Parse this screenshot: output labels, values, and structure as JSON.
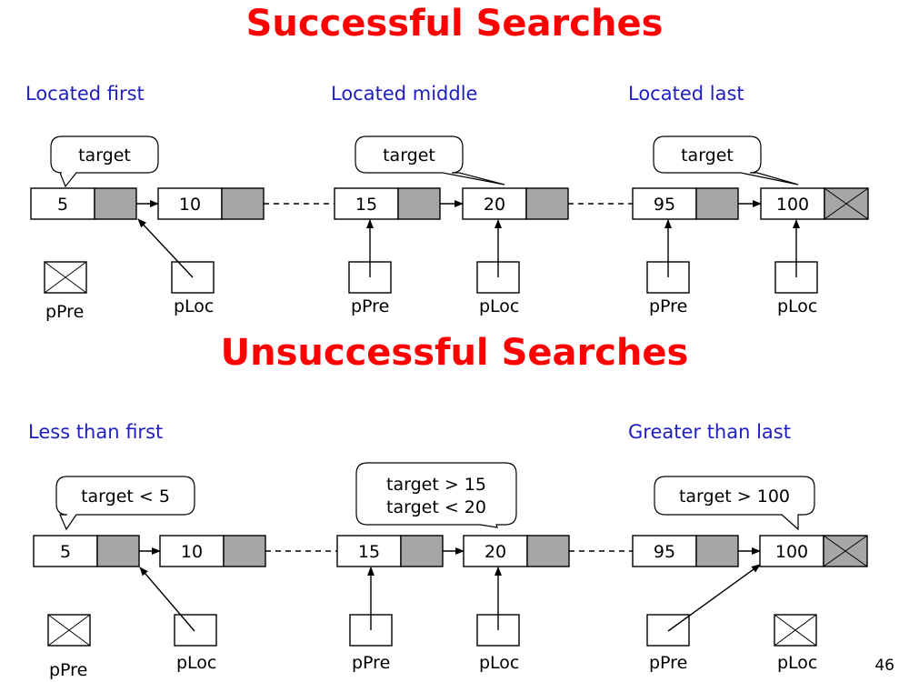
{
  "titles": {
    "successful": "Successful Searches",
    "unsuccessful": "Unsuccessful Searches"
  },
  "labels": {
    "located_first": "Located first",
    "located_middle": "Located middle",
    "located_last": "Located last",
    "less_than_first": "Less than first",
    "greater_than_last": "Greater than last"
  },
  "callouts": {
    "target": "target",
    "target_lt_5": "target < 5",
    "target_gt_15": "target > 15",
    "target_lt_20": "target < 20",
    "target_gt_100": "target > 100"
  },
  "pointer_names": {
    "pre": "pPre",
    "loc": "pLoc"
  },
  "nodes": [
    "5",
    "10",
    "15",
    "20",
    "95",
    "100"
  ],
  "page_number": "46",
  "colors": {
    "title": "#ff0000",
    "label": "#2020c0",
    "link_field": "#a6a6a6"
  }
}
